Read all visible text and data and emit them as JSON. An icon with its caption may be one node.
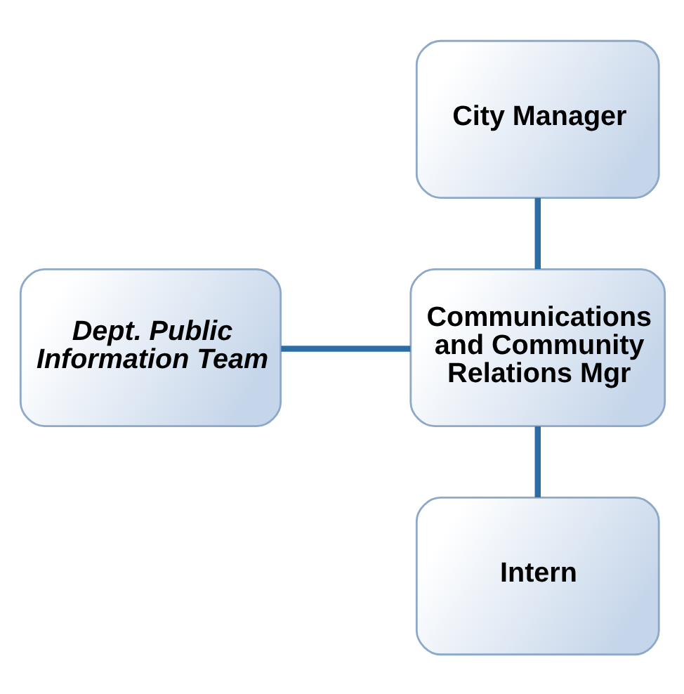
{
  "diagram": {
    "nodes": [
      {
        "text": [
          "City Manager"
        ]
      },
      {
        "text": [
          "Dept. Public Information Team"
        ]
      },
      {
        "text": [
          "Communications and Community Relations Mgr"
        ]
      },
      {
        "text": [
          "Intern"
        ]
      }
    ],
    "edges": [
      {
        "from": 0,
        "to": 2,
        "arrow": "none"
      },
      {
        "from": 1,
        "to": 2,
        "arrow": "none"
      },
      {
        "from": 2,
        "to": 3,
        "arrow": "none"
      }
    ]
  }
}
